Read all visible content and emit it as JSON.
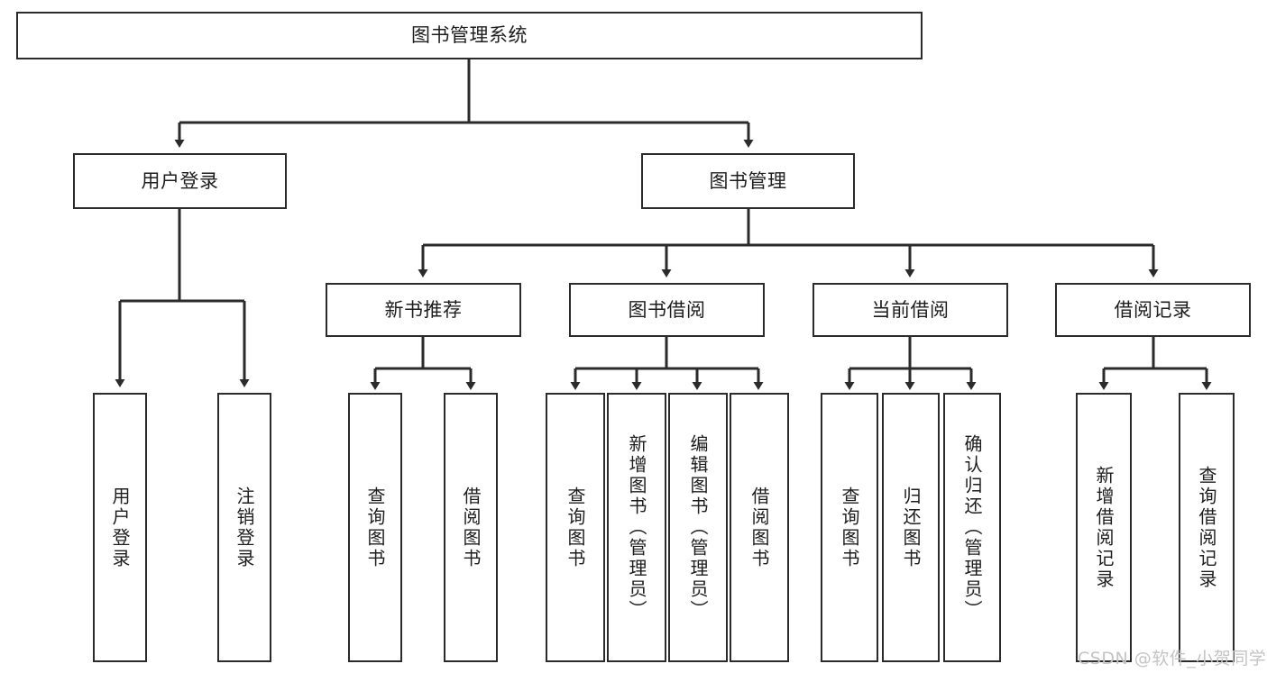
{
  "diagram": {
    "type": "tree-hierarchy-chart",
    "title": "图书管理系统",
    "watermark": "CSDN @软件_小贺同学",
    "colors": {
      "stroke": "#2b2b2b",
      "fill": "#ffffff",
      "text": "#1d1d1d",
      "watermark": "#c4c4c4"
    },
    "levels": {
      "root": {
        "label": "图书管理系统"
      },
      "level2": [
        {
          "label": "用户登录"
        },
        {
          "label": "图书管理"
        }
      ],
      "level3": [
        {
          "label": "新书推荐"
        },
        {
          "label": "图书借阅"
        },
        {
          "label": "当前借阅"
        },
        {
          "label": "借阅记录"
        }
      ]
    },
    "nodes": {
      "root": "图书管理系统",
      "user_login": "用户登录",
      "book_manage": "图书管理",
      "new_book_rec": "新书推荐",
      "book_borrow": "图书借阅",
      "current_borrow": "当前借阅",
      "borrow_record": "借阅记录",
      "leaf_user_login": "用户登录",
      "leaf_user_logout": "注销登录",
      "leaf_query_book_a": "查询图书",
      "leaf_borrow_book_a": "借阅图书",
      "leaf_query_book_b": "查询图书",
      "leaf_add_book_admin": "新增图书（管理员）",
      "leaf_edit_book_admin": "编辑图书（管理员）",
      "leaf_borrow_book_b": "借阅图书",
      "leaf_query_book_c": "查询图书",
      "leaf_return_book": "归还图书",
      "leaf_confirm_return_admin": "确认归还（管理员）",
      "leaf_add_record": "新增借阅记录",
      "leaf_query_record": "查询借阅记录"
    },
    "groups": [
      {
        "parent": "用户登录",
        "children": [
          "用户登录",
          "注销登录"
        ]
      },
      {
        "parent": "新书推荐",
        "children": [
          "查询图书",
          "借阅图书"
        ]
      },
      {
        "parent": "图书借阅",
        "children": [
          "查询图书",
          "新增图书（管理员）",
          "编辑图书（管理员）",
          "借阅图书"
        ]
      },
      {
        "parent": "当前借阅",
        "children": [
          "查询图书",
          "归还图书",
          "确认归还（管理员）"
        ]
      },
      {
        "parent": "借阅记录",
        "children": [
          "新增借阅记录",
          "查询借阅记录"
        ]
      }
    ]
  }
}
